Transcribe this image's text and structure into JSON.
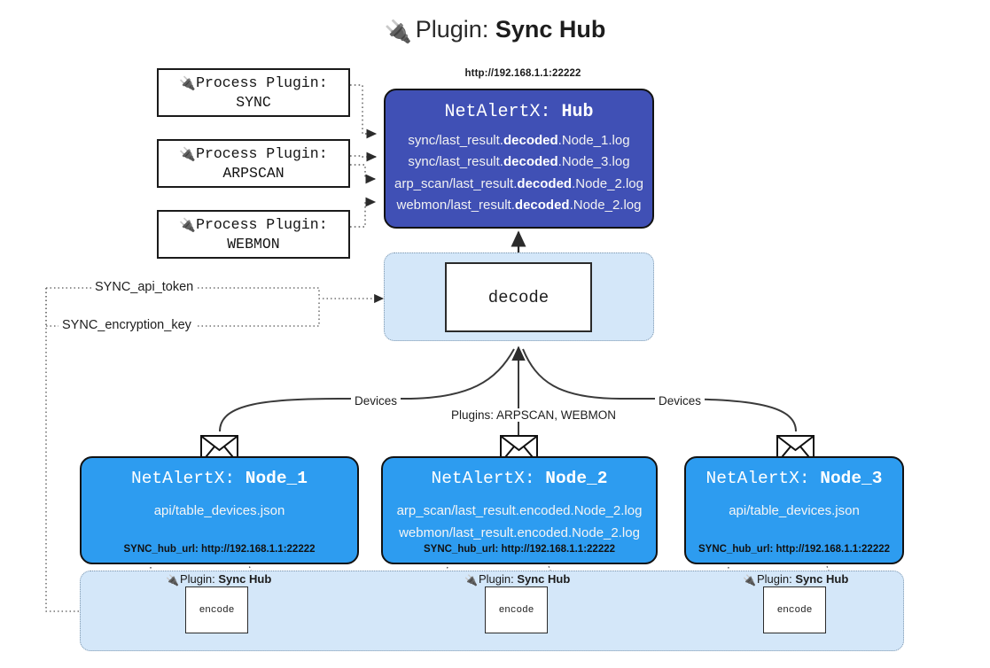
{
  "title": {
    "icon": "plug-icon",
    "prefix": "Plugin:",
    "name": "Sync Hub"
  },
  "process_plugins": [
    {
      "icon": "plug-icon",
      "line1": "Process Plugin:",
      "line2": "SYNC"
    },
    {
      "icon": "plug-icon",
      "line1": "Process Plugin:",
      "line2": "ARPSCAN"
    },
    {
      "icon": "plug-icon",
      "line1": "Process Plugin:",
      "line2": "WEBMON"
    }
  ],
  "hub": {
    "url_label": "http://192.168.1.1:22222",
    "title_prefix": "NetAlertX:",
    "title_name": "Hub",
    "logs": [
      {
        "pre": "sync/last_result.",
        "em": "decoded",
        "post": ".Node_1.log"
      },
      {
        "pre": "sync/last_result.",
        "em": "decoded",
        "post": ".Node_3.log"
      },
      {
        "pre": "arp_scan/last_result.",
        "em": "decoded",
        "post": ".Node_2.log"
      },
      {
        "pre": "webmon/last_result.",
        "em": "decoded",
        "post": ".Node_2.log"
      }
    ]
  },
  "decode": {
    "label": "decode"
  },
  "keys": {
    "api_token": "SYNC_api_token",
    "encryption_key": "SYNC_encryption_key"
  },
  "edge_labels": {
    "devices_left": "Devices",
    "devices_right": "Devices",
    "plugins_mid": "Plugins: ARPSCAN, WEBMON"
  },
  "nodes": [
    {
      "title_prefix": "NetAlertX:",
      "title_name": "Node_1",
      "rows": [
        "api/table_devices.json"
      ],
      "footer": "SYNC_hub_url: http://192.168.1.1:22222",
      "envelope_icon": "envelope-icon"
    },
    {
      "title_prefix": "NetAlertX:",
      "title_name": "Node_2",
      "rows": [
        "arp_scan/last_result.encoded.Node_2.log",
        "webmon/last_result.encoded.Node_2.log"
      ],
      "footer": "SYNC_hub_url: http://192.168.1.1:22222",
      "envelope_icon": "envelope-icon"
    },
    {
      "title_prefix": "NetAlertX:",
      "title_name": "Node_3",
      "rows": [
        "api/table_devices.json"
      ],
      "footer": "SYNC_hub_url: http://192.168.1.1:22222",
      "envelope_icon": "envelope-icon"
    }
  ],
  "bottom_plugins": [
    {
      "icon": "plug-icon",
      "prefix": "Plugin:",
      "name": "Sync Hub",
      "box_label": "encode"
    },
    {
      "icon": "plug-icon",
      "prefix": "Plugin:",
      "name": "Sync Hub",
      "box_label": "encode"
    },
    {
      "icon": "plug-icon",
      "prefix": "Plugin:",
      "name": "Sync Hub",
      "box_label": "encode"
    }
  ],
  "colors": {
    "hub_fill": "#4050b5",
    "node_fill": "#2d9cf0",
    "container_fill": "#d4e7f9",
    "container_border": "#7d96ad",
    "stroke": "#333333",
    "background": "#ffffff"
  }
}
